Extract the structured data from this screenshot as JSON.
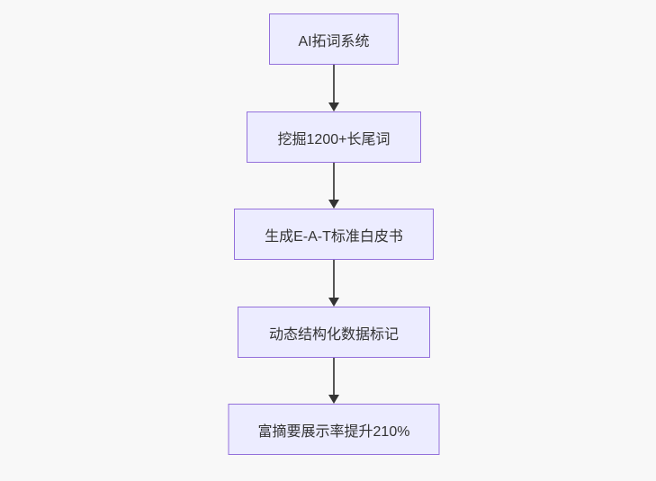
{
  "diagram": {
    "type": "flowchart",
    "direction": "top-down",
    "nodes": [
      {
        "id": 0,
        "label": "AI拓词系统"
      },
      {
        "id": 1,
        "label": "挖掘1200+长尾词"
      },
      {
        "id": 2,
        "label": "生成E-A-T标准白皮书"
      },
      {
        "id": 3,
        "label": "动态结构化数据标记"
      },
      {
        "id": 4,
        "label": "富摘要展示率提升210%"
      }
    ],
    "edges": [
      {
        "from": 0,
        "to": 1,
        "style": "arrow"
      },
      {
        "from": 1,
        "to": 2,
        "style": "arrow"
      },
      {
        "from": 2,
        "to": 3,
        "style": "arrow"
      },
      {
        "from": 3,
        "to": 4,
        "style": "arrow"
      }
    ],
    "colors": {
      "background": "#f8f8f8",
      "node_fill": "#ececff",
      "node_border": "#9370db",
      "text": "#333333",
      "edge_line": "#555555",
      "arrowhead": "#333333"
    }
  }
}
